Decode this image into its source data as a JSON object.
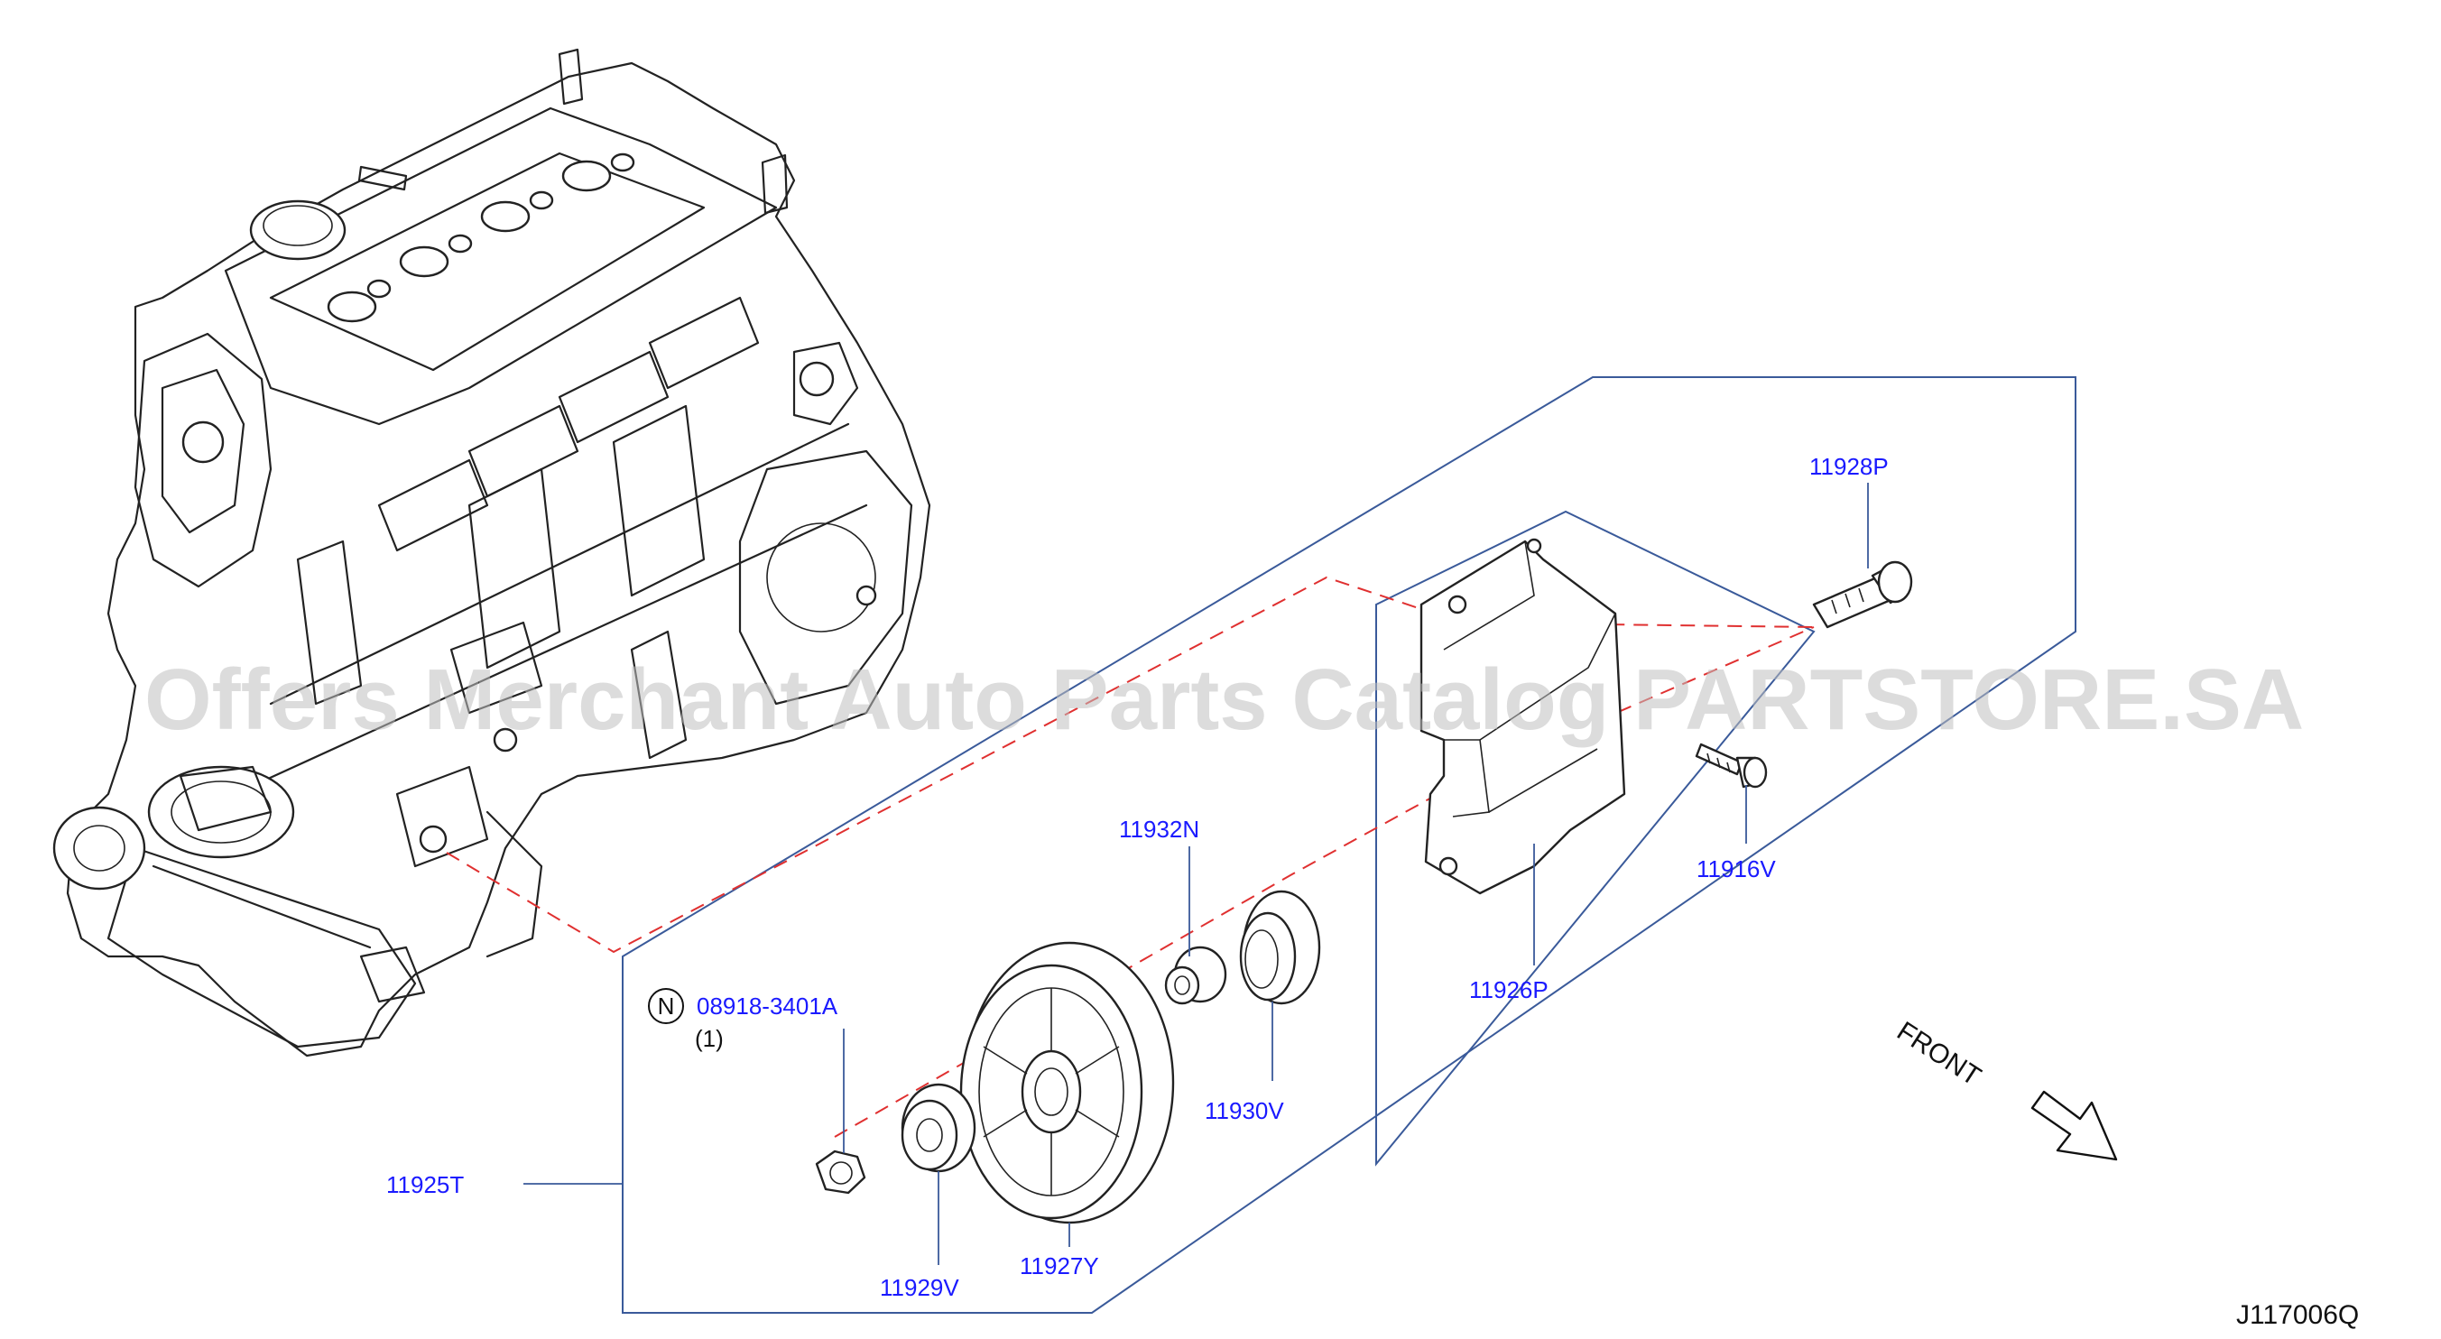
{
  "watermark": "Offers Merchant Auto Parts Catalog PARTSTORE.SA",
  "diagram_code": "J117006Q",
  "front_label": "FRONT",
  "note_symbol": "N",
  "parts": [
    {
      "id": "p11928P",
      "code": "11928P"
    },
    {
      "id": "p11916V",
      "code": "11916V"
    },
    {
      "id": "p11926P",
      "code": "11926P"
    },
    {
      "id": "p11932N",
      "code": "11932N"
    },
    {
      "id": "p11930V",
      "code": "11930V"
    },
    {
      "id": "p08918",
      "code": "08918-3401A",
      "qty": "(1)"
    },
    {
      "id": "p11925T",
      "code": "11925T"
    },
    {
      "id": "p11929V",
      "code": "11929V"
    },
    {
      "id": "p11927Y",
      "code": "11927Y"
    }
  ],
  "colors": {
    "label": "#1a1aff",
    "bracket": "#3a5a9a",
    "centerline": "#e03030",
    "watermark": "#bfbfbf"
  }
}
